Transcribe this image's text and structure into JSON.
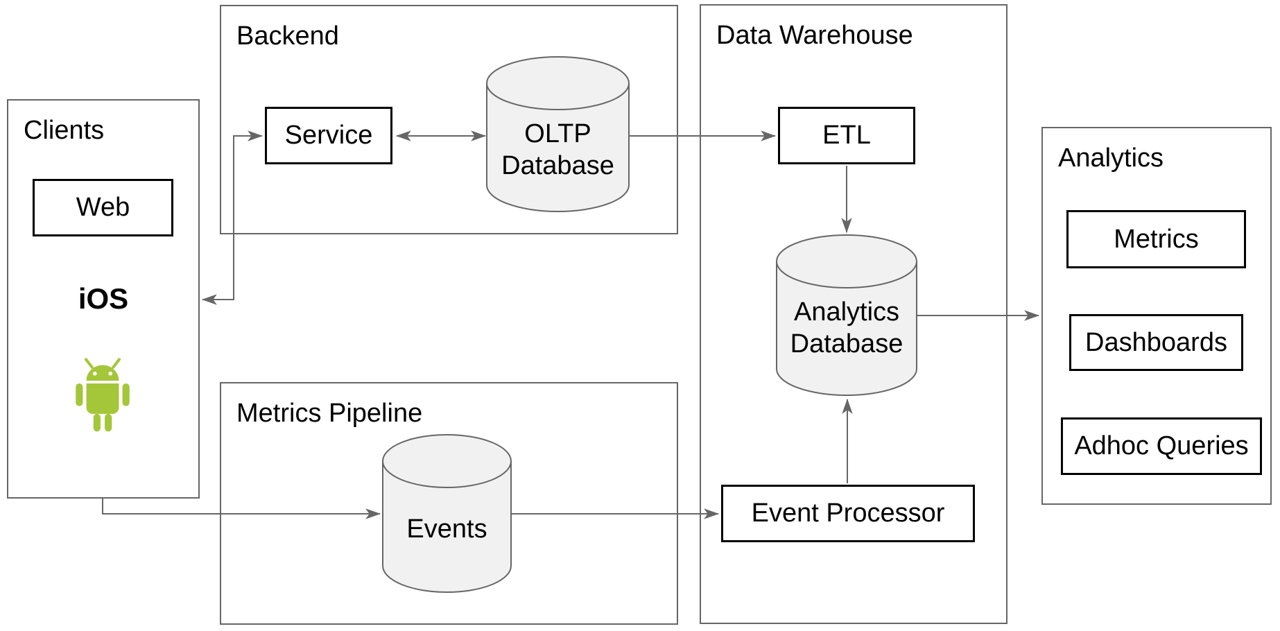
{
  "theme": {
    "android_green": "#A4C639",
    "connector_color": "#666666",
    "container_border_color": "#666666",
    "node_border_color": "#000000",
    "cylinder_fill": "#F1F1F1",
    "text_color": "#000000",
    "background": "#FFFFFF"
  },
  "containers": {
    "clients": {
      "label": "Clients"
    },
    "backend": {
      "label": "Backend"
    },
    "metrics_pipeline": {
      "label": "Metrics Pipeline"
    },
    "data_warehouse": {
      "label": "Data Warehouse"
    },
    "analytics": {
      "label": "Analytics"
    }
  },
  "nodes": {
    "web": {
      "label": "Web",
      "type": "box"
    },
    "ios": {
      "label": "iOS",
      "type": "text"
    },
    "android": {
      "icon": "android-robot-icon",
      "type": "icon"
    },
    "service": {
      "label": "Service",
      "type": "box"
    },
    "oltp_database": {
      "label": "OLTP Database",
      "type": "cylinder"
    },
    "etl": {
      "label": "ETL",
      "type": "box"
    },
    "analytics_database": {
      "label": "Analytics Database",
      "type": "cylinder"
    },
    "events": {
      "label": "Events",
      "type": "cylinder"
    },
    "event_processor": {
      "label": "Event Processor",
      "type": "box"
    },
    "metrics": {
      "label": "Metrics",
      "type": "box"
    },
    "dashboards": {
      "label": "Dashboards",
      "type": "box"
    },
    "adhoc_queries": {
      "label": "Adhoc Queries",
      "type": "box"
    }
  },
  "edges": [
    {
      "from": "clients",
      "to": "service",
      "style": "elbow",
      "arrows": "both"
    },
    {
      "from": "service",
      "to": "oltp_database",
      "style": "straight",
      "arrows": "both"
    },
    {
      "from": "oltp_database",
      "to": "etl",
      "style": "straight",
      "arrows": "end"
    },
    {
      "from": "etl",
      "to": "analytics_database",
      "style": "straight",
      "arrows": "end"
    },
    {
      "from": "clients",
      "to": "events",
      "style": "elbow",
      "arrows": "end"
    },
    {
      "from": "events",
      "to": "event_processor",
      "style": "straight",
      "arrows": "end"
    },
    {
      "from": "event_processor",
      "to": "analytics_database",
      "style": "straight",
      "arrows": "end"
    },
    {
      "from": "analytics_database",
      "to": "analytics",
      "style": "straight",
      "arrows": "end"
    }
  ]
}
